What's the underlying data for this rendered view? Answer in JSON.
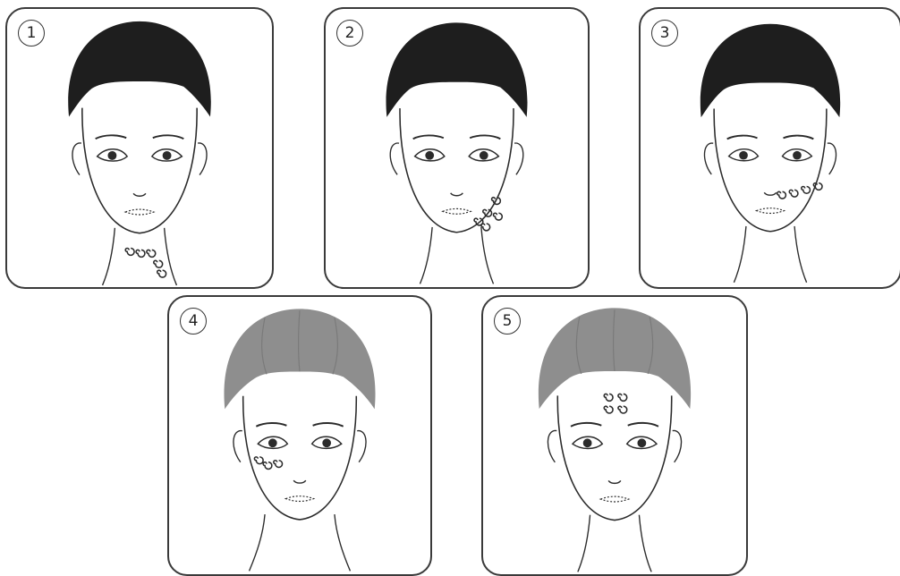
{
  "panels": [
    {
      "number": "1",
      "hair": "dark",
      "massage_area": "neck"
    },
    {
      "number": "2",
      "hair": "dark",
      "massage_area": "jaw"
    },
    {
      "number": "3",
      "hair": "dark",
      "massage_area": "cheek"
    },
    {
      "number": "4",
      "hair": "gray",
      "massage_area": "under-eye"
    },
    {
      "number": "5",
      "hair": "gray",
      "massage_area": "forehead"
    }
  ],
  "colors": {
    "hair_dark": "#1e1e1e",
    "hair_gray": "#8e8e8e",
    "line": "#2b2b2b",
    "frame": "#3a3a3a"
  },
  "icons": {
    "massage_mark": "spiral-swirl-icon"
  }
}
